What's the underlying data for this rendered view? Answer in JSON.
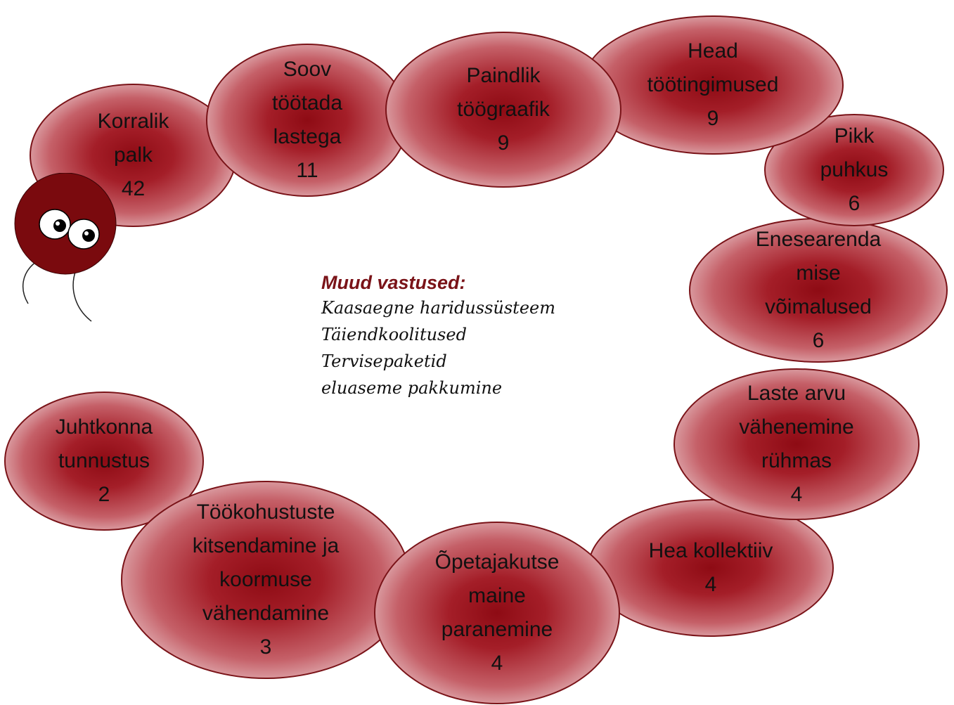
{
  "segments": [
    {
      "id": "korralik-palk",
      "lines": [
        "Korralik",
        "palk"
      ],
      "count": "42"
    },
    {
      "id": "soov-tootada-lastega",
      "lines": [
        "Soov",
        "töötada",
        "lastega"
      ],
      "count": "11"
    },
    {
      "id": "paindlik-toograafik",
      "lines": [
        "Paindlik",
        "töögraafik"
      ],
      "count": "9"
    },
    {
      "id": "head-tootingimused",
      "lines": [
        "Head",
        "töötingimused"
      ],
      "count": "9"
    },
    {
      "id": "pikk-puhkus",
      "lines": [
        "Pikk",
        "puhkus"
      ],
      "count": "6"
    },
    {
      "id": "eneserarenduse-voimalused",
      "lines": [
        "Enesearenda",
        "mise",
        "võimalused"
      ],
      "count": "6"
    },
    {
      "id": "laste-arvu-vahenemine",
      "lines": [
        "Laste arvu",
        "vähenemine",
        "rühmas"
      ],
      "count": "4"
    },
    {
      "id": "hea-kollektiiv",
      "lines": [
        "Hea kollektiiv"
      ],
      "count": "4"
    },
    {
      "id": "opetajakutse-maine",
      "lines": [
        "Õpetajakutse",
        "maine",
        "paranemine"
      ],
      "count": "4"
    },
    {
      "id": "tookohustuste-kitsendamine",
      "lines": [
        "Töökohustuste",
        "kitsendamine ja",
        "koormuse",
        "vähendamine"
      ],
      "count": "3"
    },
    {
      "id": "juhtkonna-tunnustus",
      "lines": [
        "Juhtkonna",
        "tunnustus"
      ],
      "count": "2"
    }
  ],
  "others": {
    "title": "Muud vastused:",
    "items": [
      "Kaasaegne haridussüsteem",
      "Täiendkoolitused",
      "Tervisepaketid",
      "eluaseme pakkumine"
    ]
  },
  "colors": {
    "segment_dark": "#8e0b14",
    "segment_border": "#7a1318",
    "head": "#7a0a0e",
    "title": "#7a1318"
  }
}
